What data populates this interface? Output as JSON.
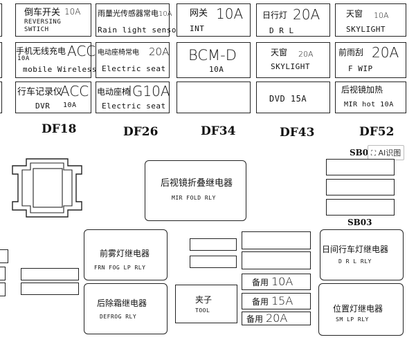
{
  "fuses": {
    "r1c0": {
      "cn": "倒车开关",
      "amp": "10A",
      "en1": "REVERSING",
      "en2": "SWTICH"
    },
    "r1c1": {
      "cn": "雨量光传感器常电",
      "amp": "10A",
      "en1": "Rain light sensor"
    },
    "r1c2": {
      "cn": "网关",
      "amp": "10A",
      "en1": "INT"
    },
    "r1c3": {
      "cn": "日行灯",
      "amp": "20A",
      "en1": "D R L"
    },
    "r1c4": {
      "cn": "天窗",
      "amp": "10A",
      "en1": "SKYLIGHT"
    },
    "r2c0": {
      "cn": "手机无线充电",
      "amp": "ACC",
      "sub": "10A",
      "en1": "mobile Wireless"
    },
    "r2c1": {
      "cn": "电动座椅常电",
      "amp": "20A",
      "en1": "Electric seat"
    },
    "r2c2": {
      "cn": "BCM-D",
      "amp": "10A"
    },
    "r2c3": {
      "cn": "天窗",
      "amp": "20A",
      "en1": "SKYLIGHT"
    },
    "r2c4": {
      "cn": "前雨刮",
      "amp": "20A",
      "en1": "F WIP"
    },
    "r3c0": {
      "cn": "行车记录仪",
      "amp": "ACC",
      "en1": "DVR",
      "en2": "10A"
    },
    "r3c1": {
      "cn": "电动座椅",
      "amp": "IG10A",
      "en1": "Electric seat"
    },
    "r3c3": {
      "cn": "DVD 15A"
    },
    "r3c4": {
      "cn": "后视镜加热",
      "en1": "MIR hot 10A"
    }
  },
  "columns": [
    "DF18",
    "DF26",
    "DF34",
    "DF43",
    "DF52"
  ],
  "sb_top": "SB0",
  "sb_bottom": "SB03",
  "ai_button": "AI识图",
  "relays": {
    "mirror_fold": {
      "cn": "后视镜折叠继电器",
      "en": "MIR FOLD RLY"
    },
    "front_fog": {
      "cn": "前雾灯继电器",
      "en": "FRN FOG LP RLY"
    },
    "drl": {
      "cn": "日间行车灯继电器",
      "en": "D R L RLY"
    },
    "defrog": {
      "cn": "后除霜继电器",
      "en": "DEFROG RLY"
    },
    "tool": {
      "cn": "夹子",
      "en": "TOOL"
    },
    "sm_lp": {
      "cn": "位置灯继电器",
      "en": "SM LP RLY"
    }
  },
  "spares": [
    {
      "cn": "备用",
      "amp": "10A"
    },
    {
      "cn": "备用",
      "amp": "15A"
    },
    {
      "cn": "备用",
      "amp": "20A"
    }
  ]
}
